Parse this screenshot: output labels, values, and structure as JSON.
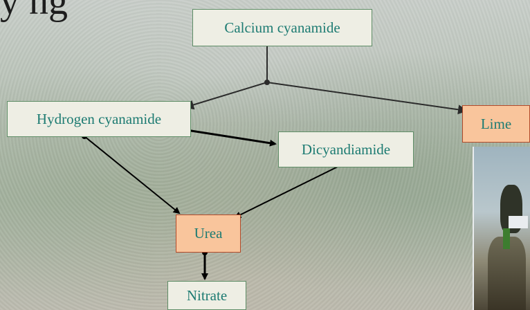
{
  "slide": {
    "title_fragment": "y ng"
  },
  "diagram": {
    "nodes": {
      "calcium_cyanamide": "Calcium cyanamide",
      "hydrogen_cyanamide": "Hydrogen cyanamide",
      "lime": "Lime",
      "dicyandiamide": "Dicyandiamide",
      "urea": "Urea",
      "nitrate": "Nitrate"
    },
    "colors": {
      "node_fill": "#eeeee4",
      "node_highlight_fill": "#f9c59c",
      "node_text": "#1d7b72",
      "arrow": "#000000"
    }
  }
}
